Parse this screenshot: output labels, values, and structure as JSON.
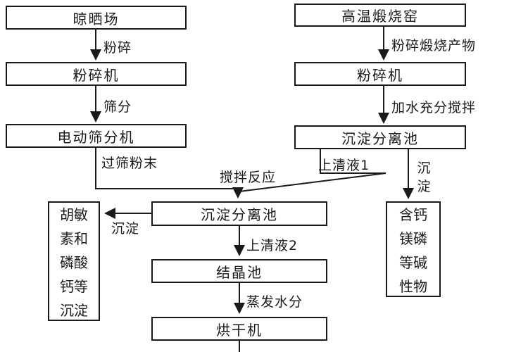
{
  "colors": {
    "ink": "#1a1a1a",
    "paper": "#ffffff"
  },
  "nodes": {
    "drying_field": "晾晒场",
    "crusher_left": "粉碎机",
    "electric_sieve": "电动筛分机",
    "kiln": "高温煅烧窑",
    "crusher_right": "粉碎机",
    "settling_pool_right": "沉淀分离池",
    "alkaline_residue": "含钙镁磷等碱性物",
    "settling_pool_mid": "沉淀分离池",
    "humin_precipitate": "胡敏素和磷酸钙等沉淀",
    "crystallization_pool": "结晶池",
    "dryer": "烘干机"
  },
  "edges": {
    "crush": "粉碎",
    "sieve": "筛分",
    "sieved_powder": "过筛粉末",
    "crush_calcined_product": "粉碎煅烧产物",
    "add_water_stir": "加水充分搅拌",
    "supernatant_1": "上清液1",
    "precipitate_right": "沉淀",
    "stir_reaction": "搅拌反应",
    "precipitate_left": "沉淀",
    "supernatant_2": "上清液2",
    "evaporate_water": "蒸发水分"
  }
}
